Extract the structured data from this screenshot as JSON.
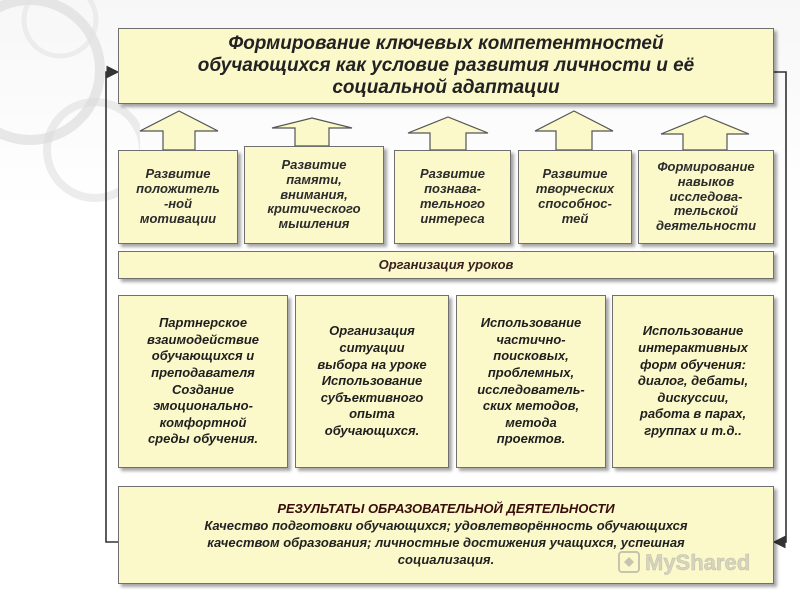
{
  "title": "Формирование ключевых компетентностей\nобучающихся как условие развития личности и её\nсоциальной адаптации",
  "competencies": [
    {
      "label": "Развитие\nположитель\n-ной\nмотивации"
    },
    {
      "label": "Развитие\nпамяти,\nвнимания,\nкритического\nмышления"
    },
    {
      "label": "Развитие\nпознава-\nтельного\nинтереса"
    },
    {
      "label": "Развитие\nтворческих\nспособнос-\nтей"
    },
    {
      "label": "Формирование\nнавыков\nисследова-\nтельской\nдеятельности"
    }
  ],
  "organization": "Организация уроков",
  "methods": [
    {
      "label": "Партнерское\nвзаимодействие\nобучающихся и\nпреподавателя\nСоздание\nэмоционально-\nкомфортной\nсреды обучения."
    },
    {
      "label": "Организация\nситуации\nвыбора на уроке\nИспользование\nсубъективного\nопыта\nобучающихся."
    },
    {
      "label": "Использование\nчастично-\nпоисковых,\nпроблемных,\nисследователь-\nских методов,\nметода\nпроектов."
    },
    {
      "label": "Использование\nинтерактивных\nформ обучения:\nдиалог, дебаты,\nдискуссии,\nработа в парах,\nгруппах и т.д.."
    }
  ],
  "results": {
    "heading": "РЕЗУЛЬТАТЫ ОБРАЗОВАТЕЛЬНОЙ ДЕЯТЕЛЬНОСТИ",
    "text": "Качество подготовки обучающихся; удовлетворённость обучающихся\nкачеством образования; личностные достижения учащихся, успешная\nсоциализация."
  },
  "watermark": "MyShared",
  "colors": {
    "box_fill": "#fbf8c9",
    "border": "#6f6f6f",
    "arrow_fill": "#fbf8c9"
  }
}
